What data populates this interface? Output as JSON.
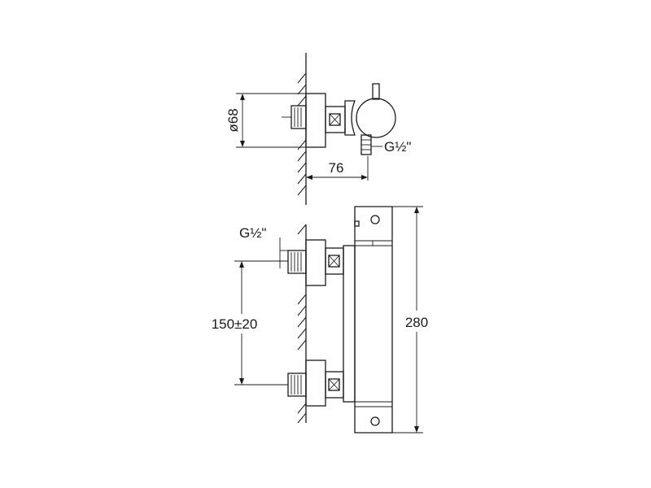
{
  "dimensions": {
    "diameter": "ø68",
    "depth": "76",
    "thread_top": "G½\"",
    "thread_side": "G½\"",
    "spacing": "150±20",
    "height": "280"
  }
}
